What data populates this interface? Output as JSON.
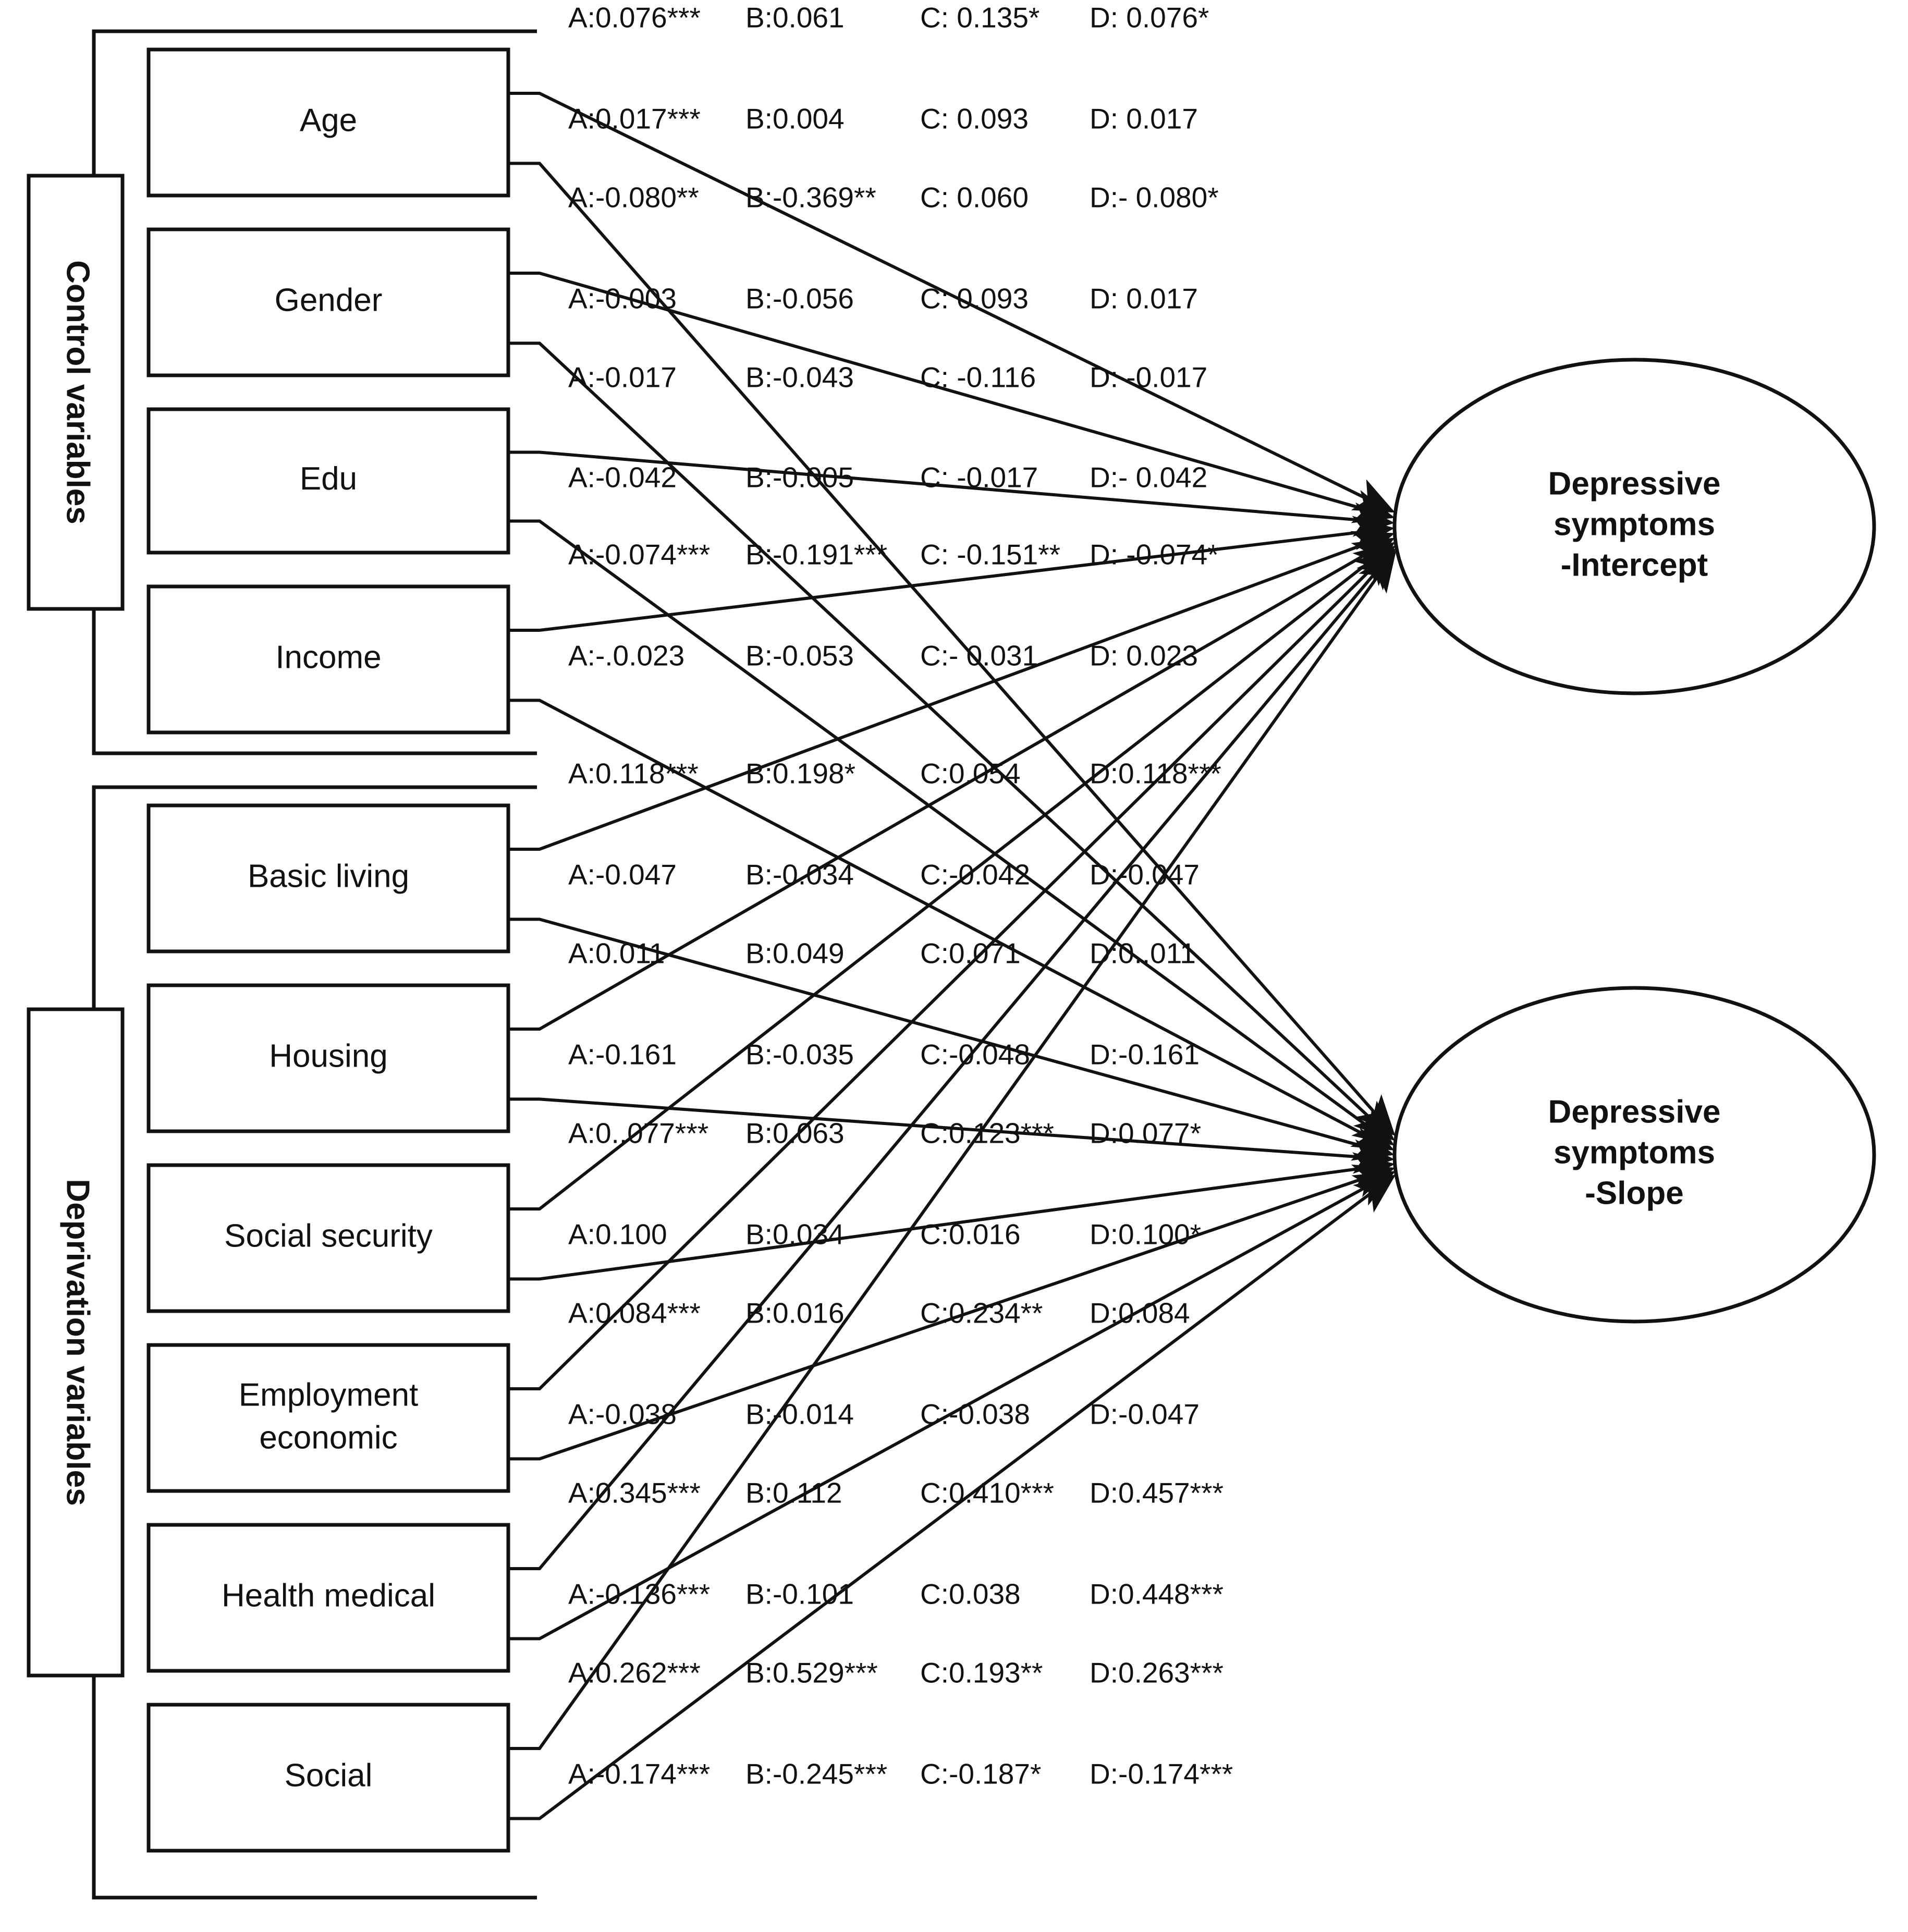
{
  "groups": [
    {
      "id": "control",
      "label": "Control variables"
    },
    {
      "id": "deprivation",
      "label": "Deprivation variables"
    }
  ],
  "control_variables": [
    {
      "id": "age",
      "label": "Age"
    },
    {
      "id": "gender",
      "label": "Gender"
    },
    {
      "id": "edu",
      "label": "Edu"
    },
    {
      "id": "income",
      "label": "Income"
    }
  ],
  "deprivation_variables": [
    {
      "id": "basic-living",
      "label": "Basic living"
    },
    {
      "id": "housing",
      "label": "Housing"
    },
    {
      "id": "social-security",
      "label": "Social security"
    },
    {
      "id": "employment-economic",
      "label": "Employment economic",
      "line1": "Employment",
      "line2": "economic"
    },
    {
      "id": "health-medical",
      "label": "Health medical"
    },
    {
      "id": "social",
      "label": "Social"
    }
  ],
  "outcomes": [
    {
      "id": "intercept",
      "line1": "Depressive",
      "line2": "symptoms",
      "line3": "-Intercept"
    },
    {
      "id": "slope",
      "line1": "Depressive",
      "line2": "symptoms",
      "line3": "-Slope"
    }
  ],
  "paths": [
    {
      "from": "age",
      "to": "intercept",
      "A": "A:0.076***",
      "B": "B:0.061",
      "C": "C: 0.135*",
      "D": "D: 0.076*"
    },
    {
      "from": "age",
      "to": "slope",
      "A": "A:0.017***",
      "B": "B:0.004",
      "C": "C: 0.093",
      "D": "D: 0.017"
    },
    {
      "from": "gender",
      "to": "intercept",
      "A": "A:-0.080**",
      "B": "B:-0.369**",
      "C": "C: 0.060",
      "D": "D:- 0.080*"
    },
    {
      "from": "gender",
      "to": "slope",
      "A": "A:-0.003",
      "B": "B:-0.056",
      "C": "C: 0.093",
      "D": "D: 0.017"
    },
    {
      "from": "edu",
      "to": "intercept",
      "A": "A:-0.017",
      "B": "B:-0.043",
      "C": "C: -0.116",
      "D": "D: -0.017"
    },
    {
      "from": "edu",
      "to": "slope",
      "A": "A:-0.042",
      "B": "B:-0.005",
      "C": "C: -0.017",
      "D": "D:- 0.042"
    },
    {
      "from": "income",
      "to": "intercept",
      "A": "A:-0.074***",
      "B": "B:-0.191***",
      "C": "C: -0.151**",
      "D": "D: -0.074*"
    },
    {
      "from": "income",
      "to": "slope",
      "A": "A:-.0.023",
      "B": "B:-0.053",
      "C": "C:- 0.031",
      "D": "D: 0.023"
    },
    {
      "from": "basic-living",
      "to": "intercept",
      "A": "A:0.118***",
      "B": "B:0.198*",
      "C": "C:0.054",
      "D": "D:0.118***"
    },
    {
      "from": "basic-living",
      "to": "slope",
      "A": "A:-0.047",
      "B": "B:-0.034",
      "C": "C:-0.042",
      "D": "D:-0.047"
    },
    {
      "from": "housing",
      "to": "intercept",
      "A": "A:0.011",
      "B": "B:0.049",
      "C": "C:0.071",
      "D": "D:0..011"
    },
    {
      "from": "housing",
      "to": "slope",
      "A": "A:-0.161",
      "B": "B:-0.035",
      "C": "C:-0.048",
      "D": "D:-0.161"
    },
    {
      "from": "social-security",
      "to": "intercept",
      "A": "A:0..077***",
      "B": "B:0.063",
      "C": "C:0.123***",
      "D": "D:0.077*"
    },
    {
      "from": "social-security",
      "to": "slope",
      "A": "A:0.100",
      "B": "B:0.034",
      "C": "C:0.016",
      "D": "D:0.100*"
    },
    {
      "from": "employment-economic",
      "to": "intercept",
      "A": "A:0.084***",
      "B": "B:0.016",
      "C": "C:0.234**",
      "D": "D:0.084"
    },
    {
      "from": "employment-economic",
      "to": "slope",
      "A": "A:-0.038",
      "B": "B:-0.014",
      "C": "C:-0.038",
      "D": "D:-0.047"
    },
    {
      "from": "health-medical",
      "to": "intercept",
      "A": "A:0.345***",
      "B": "B:0.112",
      "C": "C:0.410***",
      "D": "D:0.457***"
    },
    {
      "from": "health-medical",
      "to": "slope",
      "A": "A:-0.136***",
      "B": "B:-0.101",
      "C": "C:0.038",
      "D": "D:0.448***"
    },
    {
      "from": "social",
      "to": "intercept",
      "A": "A:0.262***",
      "B": "B:0.529***",
      "C": "C:0.193**",
      "D": "D:0.263***"
    },
    {
      "from": "social",
      "to": "slope",
      "A": "A:-0.174***",
      "B": "B:-0.245***",
      "C": "C:-0.187*",
      "D": "D:-0.174***"
    }
  ],
  "colors": {
    "stroke": "#111111",
    "fill": "#ffffff"
  }
}
